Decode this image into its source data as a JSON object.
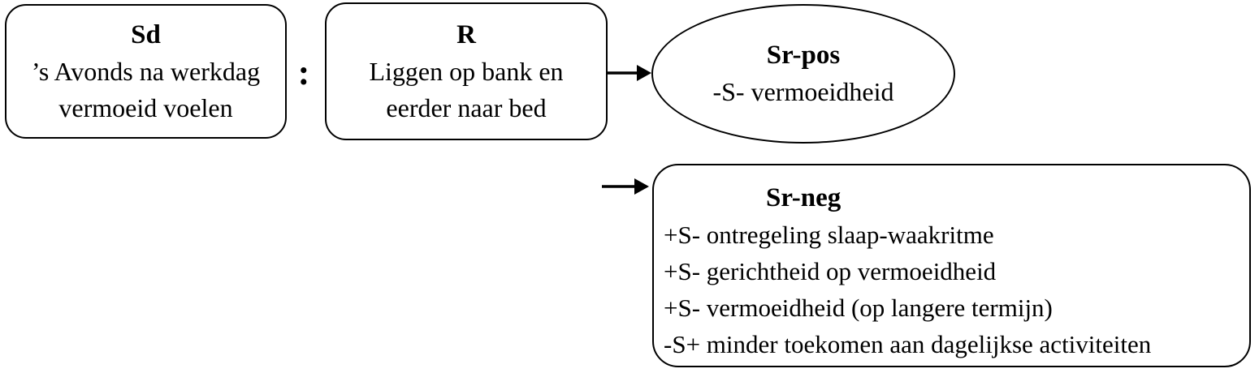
{
  "colors": {
    "ink": "#000000",
    "border": "#000000",
    "background": "#ffffff"
  },
  "diagram": {
    "sd_box": {
      "title": "Sd",
      "lines": [
        "’s Avonds na werkdag",
        "vermoeid voelen"
      ]
    },
    "separator": ":",
    "r_box": {
      "title": "R",
      "lines": [
        "Liggen op bank en",
        "eerder naar bed"
      ]
    },
    "sr_pos_ellipse": {
      "title": "Sr-pos",
      "lines": [
        "-S- vermoeidheid"
      ]
    },
    "sr_neg_box": {
      "title": "Sr-neg",
      "lines": [
        "+S- ontregeling slaap-waakritme",
        "+S- gerichtheid op vermoeidheid",
        "+S- vermoeidheid (op langere termijn)",
        "-S+ minder toekomen aan dagelijkse activiteiten"
      ]
    }
  }
}
